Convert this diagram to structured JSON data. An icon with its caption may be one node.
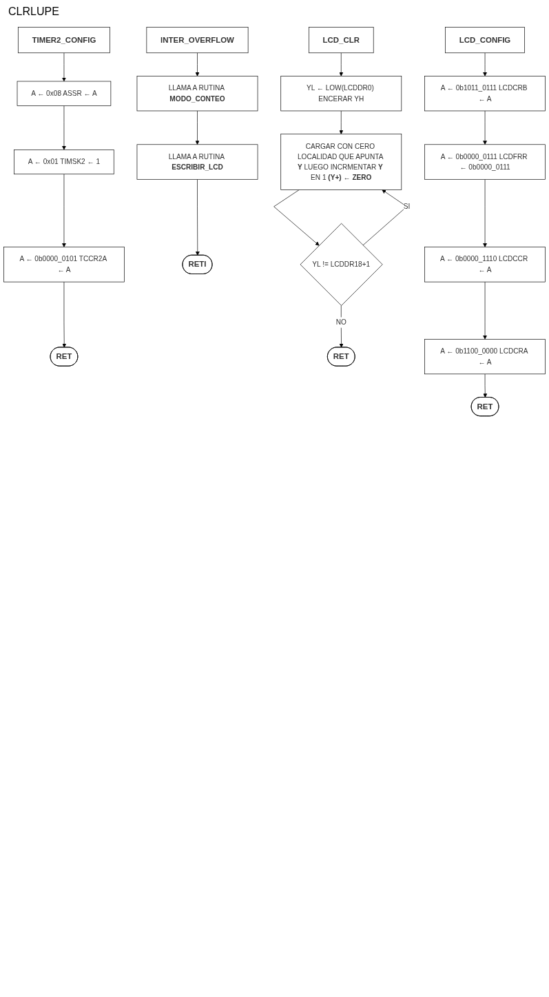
{
  "diagram": {
    "nodes": [
      {
        "text": [
          "TIMER2_CONFIG"
        ]
      },
      {
        "text": [
          "A ← 0x08 ASSR ← A"
        ]
      },
      {
        "text": [
          "A ← 0x01 TIMSK2 ← 1"
        ]
      },
      {
        "text": [
          "A ← 0b0000_0101 TCCR2A ← A"
        ]
      },
      {
        "text": [
          "RET"
        ]
      },
      {
        "text": [
          "INTER_OVERFLOW"
        ]
      },
      {
        "text": [
          "LLAMA A RUTINA **MODO_CONTEO**"
        ]
      },
      {
        "text": [
          "LLAMA A RUTINA **ESCRIBIR_LCD**"
        ]
      },
      {
        "text": [
          "RETI"
        ]
      },
      {
        "text": [
          "LCD_CLR"
        ]
      },
      {
        "text": [
          "YL ← LOW(LCDDR0) ENCERAR YH"
        ]
      },
      {
        "text": [
          "CARGAR CON CERO LOCALIDAD QUE APUNTA **Y** LUEGO INCRMENTAR **Y** EN 1 **(Y+)** ← **ZERO**"
        ]
      },
      {
        "text": [
          "YL != LCDDR18+1"
        ]
      },
      {
        "text": [
          "RET"
        ]
      },
      {
        "text": [
          "LCD_CONFIG"
        ]
      },
      {
        "text": [
          "A ← 0b1011_0111 LCDCRB ← A"
        ]
      },
      {
        "text": [
          "A ← 0b0000_0111 LCDFRR ← 0b0000_0111"
        ]
      },
      {
        "text": [
          "A ← 0b0000_1110 LCDCCR ← A"
        ]
      },
      {
        "text": [
          "A ← 0b1100_0000 LCDCRA ← A"
        ]
      },
      {
        "text": [
          "RET"
        ]
      }
    ],
    "edges": [
      {
        "from": 0,
        "to": 1,
        "arrow": "to"
      },
      {
        "from": 1,
        "to": 2,
        "arrow": "to"
      },
      {
        "from": 2,
        "to": 3,
        "arrow": "to"
      },
      {
        "from": 3,
        "to": 4,
        "arrow": "to"
      },
      {
        "from": 5,
        "to": 6,
        "arrow": "to"
      },
      {
        "from": 6,
        "to": 7,
        "arrow": "to"
      },
      {
        "from": 7,
        "to": 8,
        "arrow": "to"
      },
      {
        "from": 9,
        "to": 10,
        "arrow": "to"
      },
      {
        "from": 10,
        "to": 11,
        "arrow": "to"
      },
      {
        "from": 11,
        "to": 12,
        "arrow": "to"
      },
      {
        "from": 12,
        "to": 11,
        "arrow": "to",
        "label": "SI"
      },
      {
        "from": 12,
        "to": 13,
        "arrow": "to",
        "label": "NO"
      },
      {
        "from": 14,
        "to": 15,
        "arrow": "to"
      },
      {
        "from": 15,
        "to": 16,
        "arrow": "to"
      },
      {
        "from": 16,
        "to": 17,
        "arrow": "to"
      },
      {
        "from": 17,
        "to": 18,
        "arrow": "to"
      },
      {
        "from": 18,
        "to": 19,
        "arrow": "to"
      }
    ],
    "labels": [
      "CLRLUPE"
    ]
  }
}
